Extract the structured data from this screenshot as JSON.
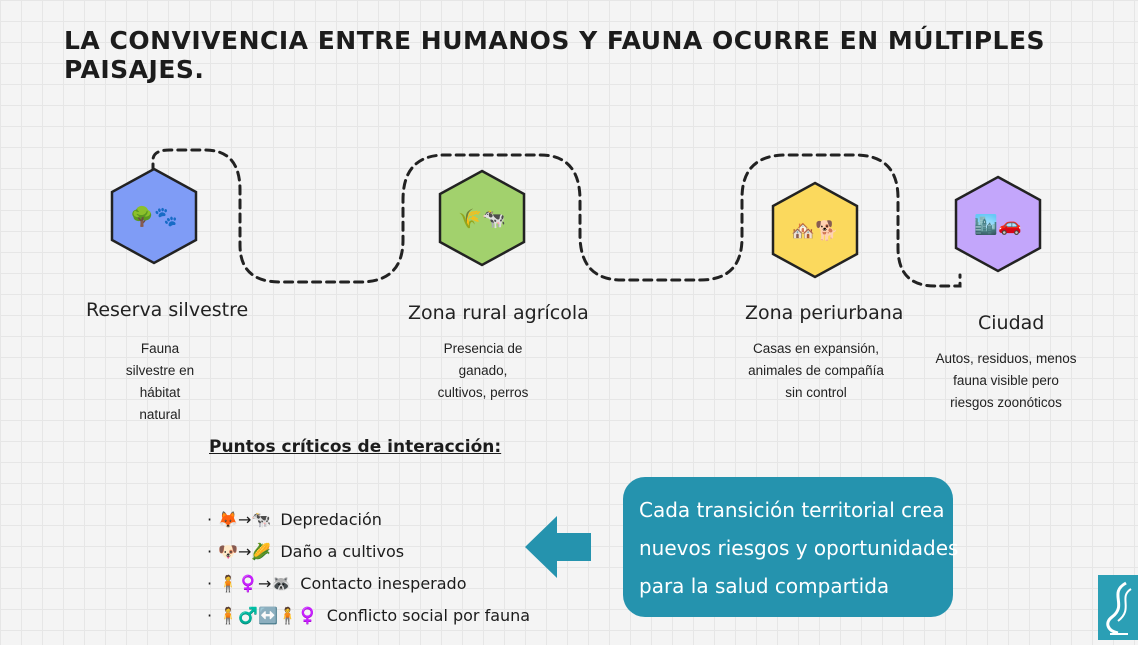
{
  "title": "LA CONVIVENCIA ENTRE HUMANOS Y FAUNA OCURRE EN MÚLTIPLES PAISAJES.",
  "stages": [
    {
      "icon": "🌳🐾",
      "name": "Reserva silvestre",
      "desc": [
        "Fauna",
        "silvestre en",
        "hábitat",
        "natural"
      ],
      "color": "#7f9cf6"
    },
    {
      "icon": "🌾🐄",
      "name": "Zona rural agrícola",
      "desc": [
        "Presencia de",
        "ganado,",
        "cultivos, perros"
      ],
      "color": "#a2d16d"
    },
    {
      "icon": "🏘️🐕",
      "name": "Zona periurbana",
      "desc": [
        "Casas en expansión,",
        "animales de compañía",
        "sin control"
      ],
      "color": "#fbd95d"
    },
    {
      "icon": "🏙️🚗",
      "name": "Ciudad",
      "desc": [
        "Autos, residuos, menos",
        "fauna visible pero",
        "riesgos zoonóticos"
      ],
      "color": "#c3a6fb"
    }
  ],
  "critical": {
    "title": "Puntos críticos de interacción:",
    "bullet": "·",
    "items": [
      {
        "icons": "🦊→🐄",
        "text": "Depredación"
      },
      {
        "icons": "🐶→🌽",
        "text": "Daño a cultivos"
      },
      {
        "icons": "🧍♀️→🦝",
        "text": "Contacto inesperado"
      },
      {
        "icons": "🧍♂️↔️🧍♀️",
        "text": "Conflicto social por fauna"
      }
    ]
  },
  "callout": {
    "lines": [
      "Cada transición territorial crea",
      "nuevos riesgos y oportunidades",
      "para la salud compartida"
    ],
    "color": "#2593ae"
  },
  "accent": {
    "arrow": "#2593ae",
    "logo": "#2b9fb5"
  }
}
